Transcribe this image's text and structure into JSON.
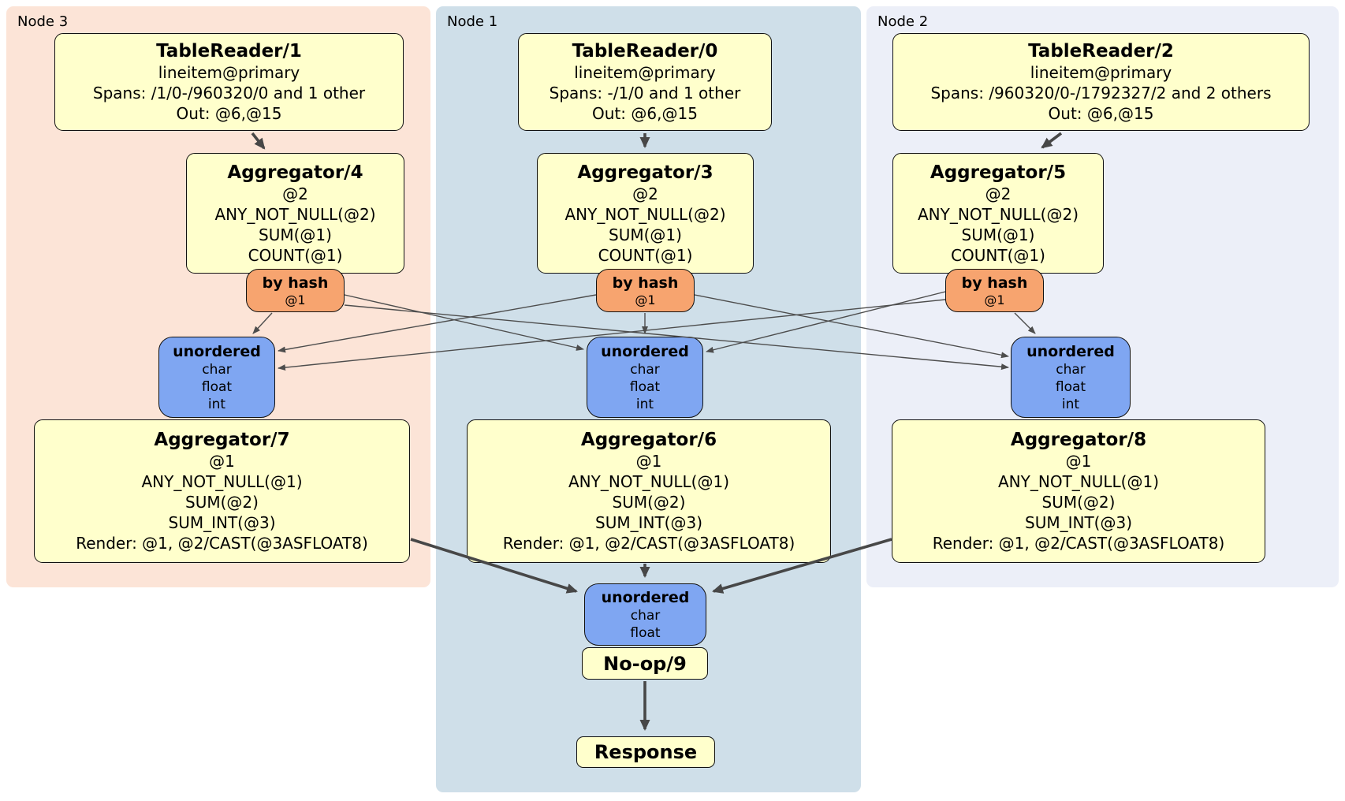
{
  "nodes": [
    {
      "label": "Node 3",
      "table_reader": {
        "title": "TableReader/1",
        "lines": [
          "lineitem@primary",
          "Spans: /1/0-/960320/0 and 1 other",
          "Out: @6,@15"
        ]
      },
      "aggregator_top": {
        "title": "Aggregator/4",
        "lines": [
          "@2",
          "ANY_NOT_NULL(@2)",
          "SUM(@1)",
          "COUNT(@1)"
        ]
      },
      "router": {
        "title": "by hash",
        "lines": [
          "@1"
        ]
      },
      "stream": {
        "title": "unordered",
        "lines": [
          "char",
          "float",
          "int"
        ]
      },
      "aggregator_bottom": {
        "title": "Aggregator/7",
        "lines": [
          "@1",
          "ANY_NOT_NULL(@1)",
          "SUM(@2)",
          "SUM_INT(@3)",
          "Render: @1, @2/CAST(@3ASFLOAT8)"
        ]
      }
    },
    {
      "label": "Node 1",
      "table_reader": {
        "title": "TableReader/0",
        "lines": [
          "lineitem@primary",
          "Spans: -/1/0 and 1 other",
          "Out: @6,@15"
        ]
      },
      "aggregator_top": {
        "title": "Aggregator/3",
        "lines": [
          "@2",
          "ANY_NOT_NULL(@2)",
          "SUM(@1)",
          "COUNT(@1)"
        ]
      },
      "router": {
        "title": "by hash",
        "lines": [
          "@1"
        ]
      },
      "stream": {
        "title": "unordered",
        "lines": [
          "char",
          "float",
          "int"
        ]
      },
      "aggregator_bottom": {
        "title": "Aggregator/6",
        "lines": [
          "@1",
          "ANY_NOT_NULL(@1)",
          "SUM(@2)",
          "SUM_INT(@3)",
          "Render: @1, @2/CAST(@3ASFLOAT8)"
        ]
      }
    },
    {
      "label": "Node 2",
      "table_reader": {
        "title": "TableReader/2",
        "lines": [
          "lineitem@primary",
          "Spans: /960320/0-/1792327/2 and 2 others",
          "Out: @6,@15"
        ]
      },
      "aggregator_top": {
        "title": "Aggregator/5",
        "lines": [
          "@2",
          "ANY_NOT_NULL(@2)",
          "SUM(@1)",
          "COUNT(@1)"
        ]
      },
      "router": {
        "title": "by hash",
        "lines": [
          "@1"
        ]
      },
      "stream": {
        "title": "unordered",
        "lines": [
          "char",
          "float",
          "int"
        ]
      },
      "aggregator_bottom": {
        "title": "Aggregator/8",
        "lines": [
          "@1",
          "ANY_NOT_NULL(@1)",
          "SUM(@2)",
          "SUM_INT(@3)",
          "Render: @1, @2/CAST(@3ASFLOAT8)"
        ]
      }
    }
  ],
  "final_stage": {
    "stream": {
      "title": "unordered",
      "lines": [
        "char",
        "float"
      ]
    },
    "noop": {
      "title": "No-op/9"
    },
    "response": {
      "title": "Response"
    }
  },
  "colors": {
    "processor_fill": "#ffffcc",
    "router_fill": "#f7a46f",
    "stream_fill": "#7fa6f2",
    "node3_bg": "#fce4d7",
    "node1_bg": "#cfdfe9",
    "node2_bg": "#eceff8",
    "edge": "#4d4d4d"
  }
}
